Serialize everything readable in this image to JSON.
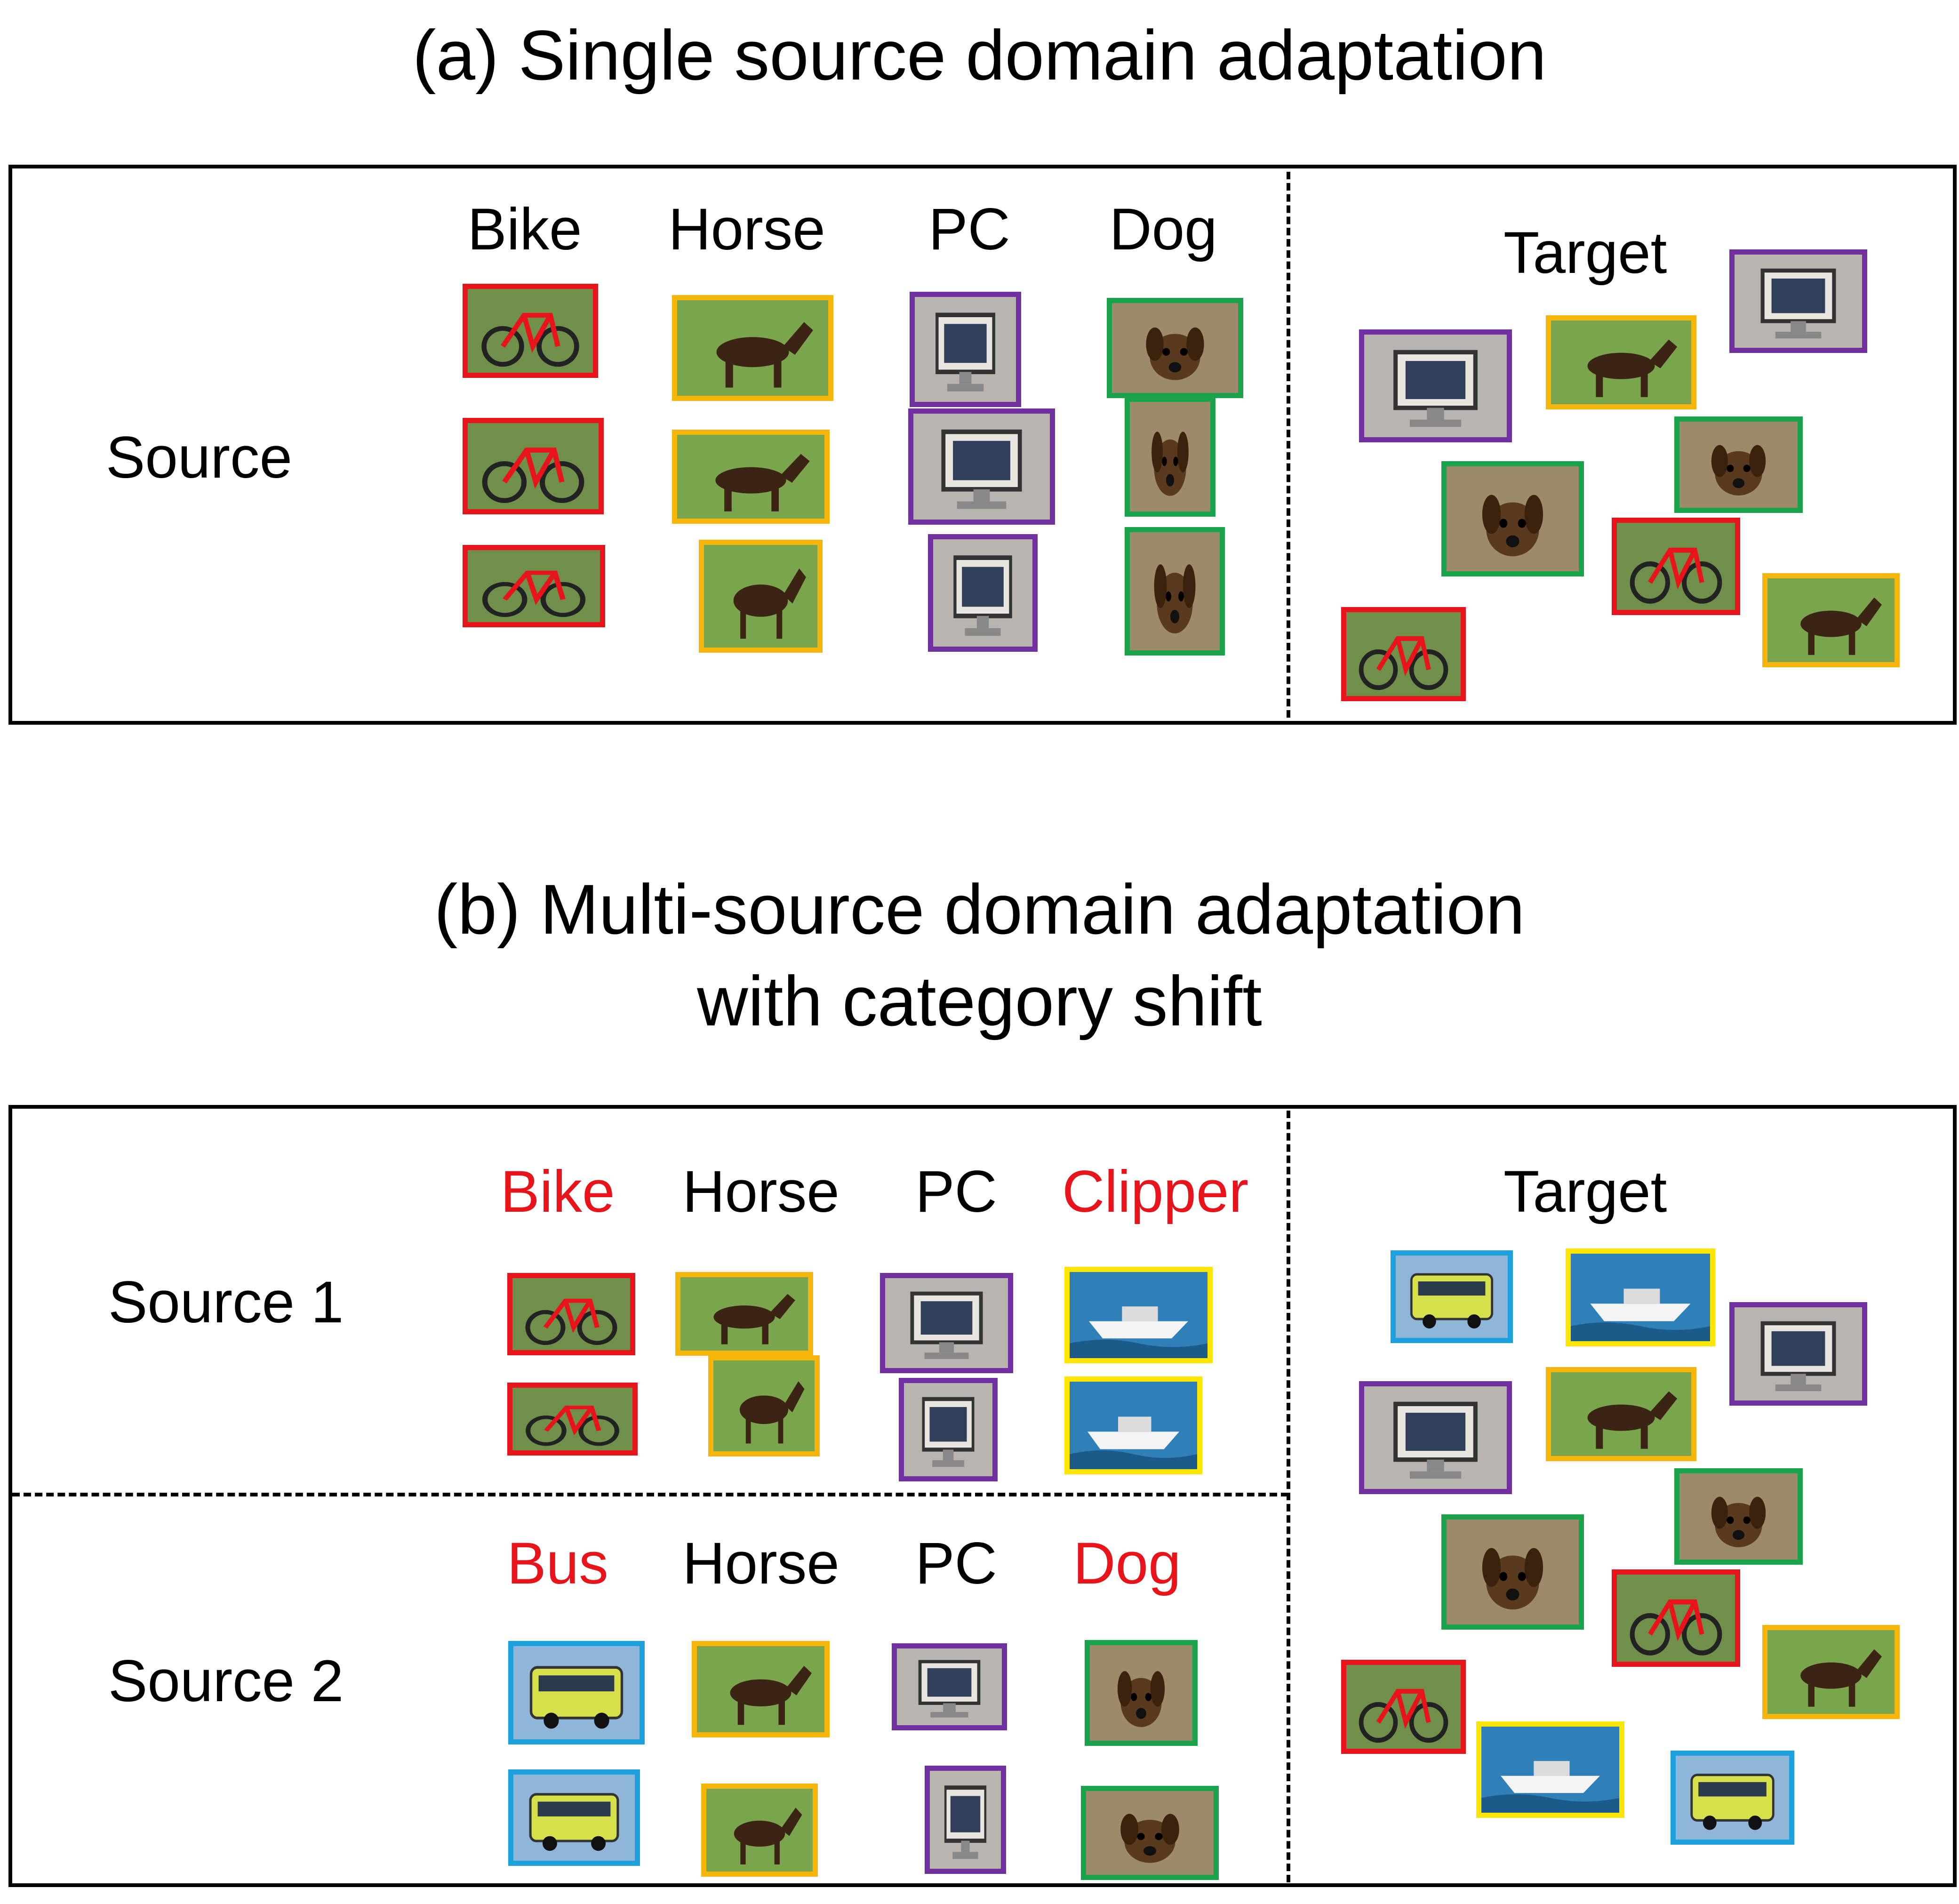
{
  "colors": {
    "Bike": "#e8141b",
    "Horse": "#f5b50a",
    "PC": "#7030a0",
    "Dog": "#1aa34a",
    "Clipper": "#ffe600",
    "Bus": "#1ea0dc"
  },
  "panel_a": {
    "title": "(a) Single source domain adaptation",
    "source_label": "Source",
    "target_label": "Target",
    "categories": [
      "Bike",
      "Horse",
      "PC",
      "Dog"
    ],
    "source_images": [
      {
        "category": "Bike",
        "depicts": "bike-photo"
      },
      {
        "category": "Bike",
        "depicts": "bike-photo"
      },
      {
        "category": "Bike",
        "depicts": "bike-photo"
      },
      {
        "category": "Horse",
        "depicts": "horse-photo"
      },
      {
        "category": "Horse",
        "depicts": "horse-photo"
      },
      {
        "category": "Horse",
        "depicts": "horse-photo"
      },
      {
        "category": "PC",
        "depicts": "pc-photo"
      },
      {
        "category": "PC",
        "depicts": "pc-photo"
      },
      {
        "category": "PC",
        "depicts": "pc-photo"
      },
      {
        "category": "Dog",
        "depicts": "dog-photo"
      },
      {
        "category": "Dog",
        "depicts": "dog-photo"
      },
      {
        "category": "Dog",
        "depicts": "dog-photo"
      }
    ],
    "target_images": [
      {
        "category": "PC",
        "depicts": "pc-photo"
      },
      {
        "category": "Horse",
        "depicts": "horse-photo"
      },
      {
        "category": "PC",
        "depicts": "pc-photo"
      },
      {
        "category": "Dog",
        "depicts": "dog-photo"
      },
      {
        "category": "Dog",
        "depicts": "dog-photo"
      },
      {
        "category": "Bike",
        "depicts": "bike-photo"
      },
      {
        "category": "Horse",
        "depicts": "horse-photo"
      },
      {
        "category": "Bike",
        "depicts": "bike-photo"
      }
    ]
  },
  "panel_b": {
    "title_line1": "(b) Multi-source domain adaptation",
    "title_line2": "with category shift",
    "source1_label": "Source 1",
    "source2_label": "Source 2",
    "target_label": "Target",
    "source1_categories": [
      {
        "name": "Bike",
        "shifted": true
      },
      {
        "name": "Horse",
        "shifted": false
      },
      {
        "name": "PC",
        "shifted": false
      },
      {
        "name": "Clipper",
        "shifted": true
      }
    ],
    "source2_categories": [
      {
        "name": "Bus",
        "shifted": true
      },
      {
        "name": "Horse",
        "shifted": false
      },
      {
        "name": "PC",
        "shifted": false
      },
      {
        "name": "Dog",
        "shifted": true
      }
    ],
    "source1_images": [
      {
        "category": "Bike",
        "depicts": "bike-photo"
      },
      {
        "category": "Bike",
        "depicts": "bike-photo"
      },
      {
        "category": "Horse",
        "depicts": "horse-photo"
      },
      {
        "category": "Horse",
        "depicts": "horse-photo"
      },
      {
        "category": "PC",
        "depicts": "pc-photo"
      },
      {
        "category": "PC",
        "depicts": "pc-photo"
      },
      {
        "category": "Clipper",
        "depicts": "boat-photo"
      },
      {
        "category": "Clipper",
        "depicts": "boat-photo"
      }
    ],
    "source2_images": [
      {
        "category": "Bus",
        "depicts": "bus-photo"
      },
      {
        "category": "Bus",
        "depicts": "bus-photo"
      },
      {
        "category": "Horse",
        "depicts": "horse-photo"
      },
      {
        "category": "Horse",
        "depicts": "horse-photo"
      },
      {
        "category": "PC",
        "depicts": "pc-photo"
      },
      {
        "category": "PC",
        "depicts": "pc-photo"
      },
      {
        "category": "Dog",
        "depicts": "dog-photo"
      },
      {
        "category": "Dog",
        "depicts": "dog-photo"
      }
    ],
    "target_images": [
      {
        "category": "Bus",
        "depicts": "bus-photo"
      },
      {
        "category": "Clipper",
        "depicts": "boat-photo"
      },
      {
        "category": "PC",
        "depicts": "pc-photo"
      },
      {
        "category": "PC",
        "depicts": "pc-photo"
      },
      {
        "category": "Horse",
        "depicts": "horse-photo"
      },
      {
        "category": "Dog",
        "depicts": "dog-photo"
      },
      {
        "category": "Dog",
        "depicts": "dog-photo"
      },
      {
        "category": "Bike",
        "depicts": "bike-photo"
      },
      {
        "category": "Horse",
        "depicts": "horse-photo"
      },
      {
        "category": "Bike",
        "depicts": "bike-photo"
      },
      {
        "category": "Clipper",
        "depicts": "boat-photo"
      },
      {
        "category": "Bus",
        "depicts": "bus-photo"
      }
    ]
  }
}
